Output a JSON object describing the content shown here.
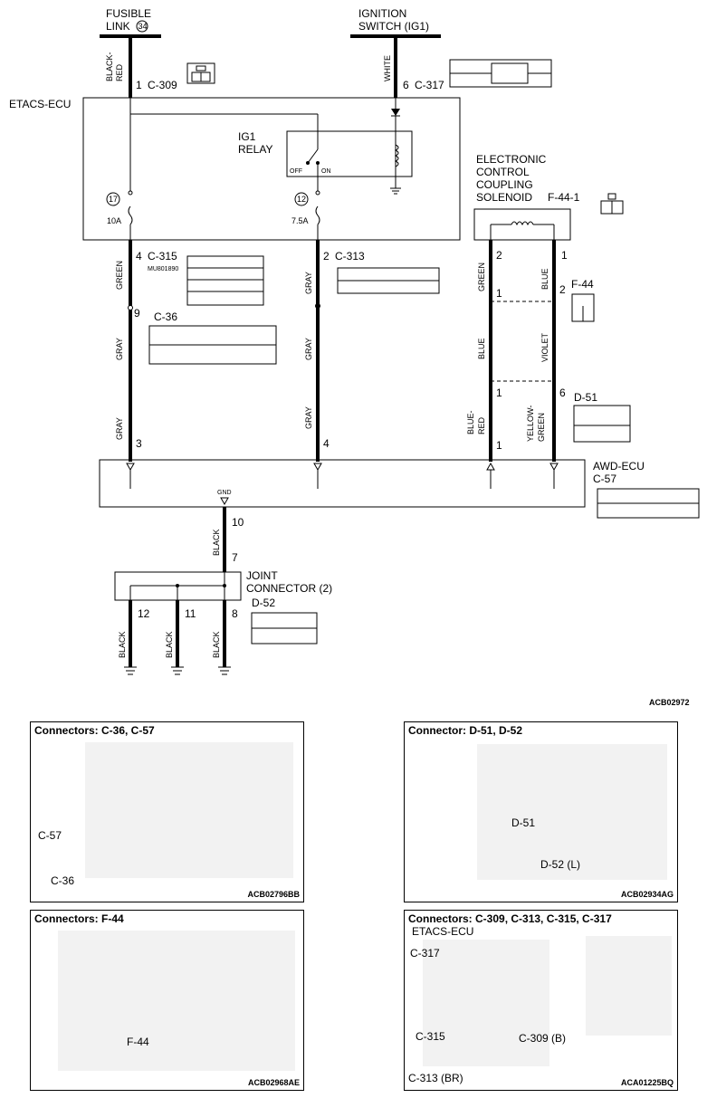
{
  "top": {
    "fusible_link": [
      "FUSIBLE",
      "LINK"
    ],
    "fusible_link_no": "34",
    "ignition_switch": [
      "IGNITION",
      "SWITCH (IG1)"
    ],
    "etacs_ecu": "ETACS-ECU",
    "ig1_relay": [
      "IG1",
      "RELAY"
    ],
    "relay_off": "OFF",
    "relay_on": "ON",
    "fuse17_no": "17",
    "fuse17_rating": "10A",
    "fuse12_no": "12",
    "fuse12_rating": "7.5A",
    "solenoid": [
      "ELECTRONIC",
      "CONTROL",
      "COUPLING",
      "SOLENOID"
    ],
    "awd_ecu": "AWD-ECU",
    "gnd": "GND",
    "joint_connector": [
      "JOINT",
      "CONNECTOR (2)"
    ],
    "diagram_code": "ACB02972"
  },
  "wires": {
    "black_red": [
      "BLACK-",
      "RED"
    ],
    "white": "WHITE",
    "green": "GREEN",
    "gray": "GRAY",
    "blue": "BLUE",
    "violet": "VIOLET",
    "blue_red": [
      "BLUE-",
      "RED"
    ],
    "yellow_green": [
      "YELLOW-",
      "GREEN"
    ],
    "black": "BLACK"
  },
  "connectors": {
    "c309": "C-309",
    "c309_pin": "1",
    "c317": "C-317",
    "c317_pin": "6",
    "c315": "C-315",
    "c315_pin": "4",
    "c315_part": "MU801890",
    "c313": "C-313",
    "c313_pin": "2",
    "c36": "C-36",
    "c36_pin": "9",
    "f44_1": "F-44-1",
    "f44": "F-44",
    "d51": "D-51",
    "c57": "C-57",
    "d52": "D-52",
    "pins": {
      "sol_2": "2",
      "sol_1": "1",
      "f44_1": "1",
      "f44_2": "2",
      "d51_1": "1",
      "d51_6": "6",
      "c57_3": "3",
      "c57_4": "4",
      "c57_1": "1",
      "gnd_10": "10",
      "jc_7": "7",
      "jc_12": "12",
      "jc_11": "11",
      "jc_8": "8"
    }
  },
  "panels": {
    "p1": {
      "title": "Connectors: C-36, C-57",
      "code": "ACB02796BB",
      "labels": [
        "C-57",
        "C-36"
      ]
    },
    "p2": {
      "title": "Connector: D-51, D-52",
      "code": "ACB02934AG",
      "labels": [
        "D-51",
        "D-52 (L)"
      ]
    },
    "p3": {
      "title": "Connectors: F-44",
      "code": "ACB02968AE",
      "labels": [
        "F-44"
      ]
    },
    "p4": {
      "title": "Connectors: C-309, C-313, C-315, C-317",
      "code": "ACA01225BQ",
      "sub": "ETACS-ECU",
      "labels": [
        "C-317",
        "C-315",
        "C-309 (B)",
        "C-313 (BR)"
      ]
    }
  }
}
